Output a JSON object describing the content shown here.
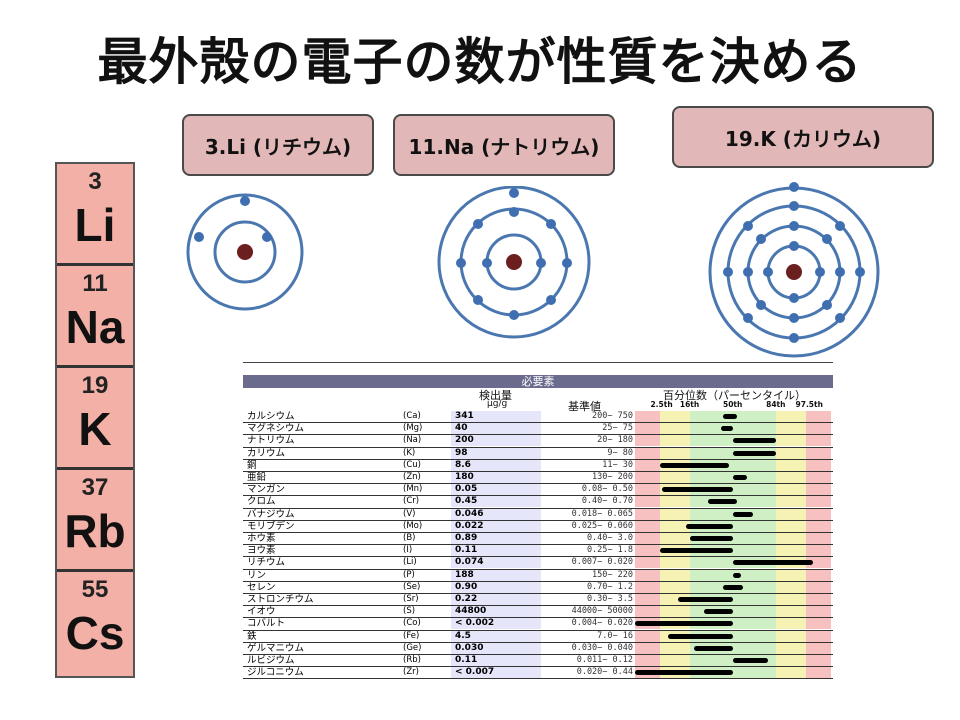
{
  "title": "最外殻の電子の数が性質を決める",
  "labels": {
    "li": "3.Li (リチウム)",
    "na": "11.Na (ナトリウム)",
    "k": "19.K (カリウム)"
  },
  "colors": {
    "label_fill": "#e2b7b7",
    "atom_ring": "#4a77b0",
    "electron": "#3f6fb0",
    "nucleus": "#6b1f1f",
    "periodic_cell": "#f2b0a6",
    "table_header": "#6b6b8e"
  },
  "periodic": [
    {
      "num": "3",
      "sym": "Li"
    },
    {
      "num": "11",
      "sym": "Na"
    },
    {
      "num": "19",
      "sym": "K"
    },
    {
      "num": "37",
      "sym": "Rb"
    },
    {
      "num": "55",
      "sym": "Cs"
    }
  ],
  "table": {
    "section": "必要素",
    "col_measured": "検出量",
    "col_unit": "μg/g",
    "col_ref": "基準値",
    "col_pct": "百分位数（パーセンタイル）",
    "pct_ticks": [
      "2.5th",
      "16th",
      "50th",
      "84th",
      "97.5th"
    ],
    "rows": [
      {
        "name": "カルシウム",
        "sym": "(Ca)",
        "val": "341",
        "ref": "200−  750",
        "bar": [
          0.45,
          0.52
        ]
      },
      {
        "name": "マグネシウム",
        "sym": "(Mg)",
        "val": "40",
        "ref": "25−   75",
        "bar": [
          0.44,
          0.5
        ]
      },
      {
        "name": "ナトリウム",
        "sym": "(Na)",
        "val": "200",
        "ref": "20−  180",
        "bar": [
          0.5,
          0.72
        ]
      },
      {
        "name": "カリウム",
        "sym": "(K)",
        "val": "98",
        "ref": "9−   80",
        "bar": [
          0.5,
          0.72
        ]
      },
      {
        "name": "銅",
        "sym": "(Cu)",
        "val": "8.6",
        "ref": "11−   30",
        "bar": [
          0.13,
          0.48
        ]
      },
      {
        "name": "亜鉛",
        "sym": "(Zn)",
        "val": "180",
        "ref": "130−  200",
        "bar": [
          0.5,
          0.57
        ]
      },
      {
        "name": "マンガン",
        "sym": "(Mn)",
        "val": "0.05",
        "ref": "0.08−  0.50",
        "bar": [
          0.14,
          0.5
        ]
      },
      {
        "name": "クロム",
        "sym": "(Cr)",
        "val": "0.45",
        "ref": "0.40−  0.70",
        "bar": [
          0.37,
          0.52
        ]
      },
      {
        "name": "バナジウム",
        "sym": "(V)",
        "val": "0.046",
        "ref": "0.018− 0.065",
        "bar": [
          0.5,
          0.6
        ]
      },
      {
        "name": "モリブデン",
        "sym": "(Mo)",
        "val": "0.022",
        "ref": "0.025− 0.060",
        "bar": [
          0.26,
          0.5
        ]
      },
      {
        "name": "ホウ素",
        "sym": "(B)",
        "val": "0.89",
        "ref": "0.40−  3.0",
        "bar": [
          0.28,
          0.5
        ]
      },
      {
        "name": "ヨウ素",
        "sym": "(I)",
        "val": "0.11",
        "ref": "0.25−  1.8",
        "bar": [
          0.13,
          0.5
        ]
      },
      {
        "name": "リチウム",
        "sym": "(Li)",
        "val": "0.074",
        "ref": "0.007− 0.020",
        "bar": [
          0.5,
          0.91
        ]
      },
      {
        "name": "リン",
        "sym": "(P)",
        "val": "188",
        "ref": "150−  220",
        "bar": [
          0.5,
          0.54
        ]
      },
      {
        "name": "セレン",
        "sym": "(Se)",
        "val": "0.90",
        "ref": "0.70−  1.2",
        "bar": [
          0.45,
          0.55
        ]
      },
      {
        "name": "ストロンチウム",
        "sym": "(Sr)",
        "val": "0.22",
        "ref": "0.30−  3.5",
        "bar": [
          0.22,
          0.5
        ]
      },
      {
        "name": "イオウ",
        "sym": "(S)",
        "val": "44800",
        "ref": "44000− 50000",
        "bar": [
          0.35,
          0.5
        ]
      },
      {
        "name": "コバルト",
        "sym": "(Co)",
        "val": "< 0.002",
        "ref": "0.004− 0.020",
        "bar": [
          0.0,
          0.5
        ]
      },
      {
        "name": "鉄",
        "sym": "(Fe)",
        "val": "4.5",
        "ref": "7.0−   16",
        "bar": [
          0.17,
          0.5
        ]
      },
      {
        "name": "ゲルマニウム",
        "sym": "(Ge)",
        "val": "0.030",
        "ref": "0.030− 0.040",
        "bar": [
          0.3,
          0.5
        ]
      },
      {
        "name": "ルビジウム",
        "sym": "(Rb)",
        "val": "0.11",
        "ref": "0.011−  0.12",
        "bar": [
          0.5,
          0.68
        ]
      },
      {
        "name": "ジルコニウム",
        "sym": "(Zr)",
        "val": "< 0.007",
        "ref": "0.020−  0.44",
        "bar": [
          0.0,
          0.5
        ]
      }
    ]
  }
}
